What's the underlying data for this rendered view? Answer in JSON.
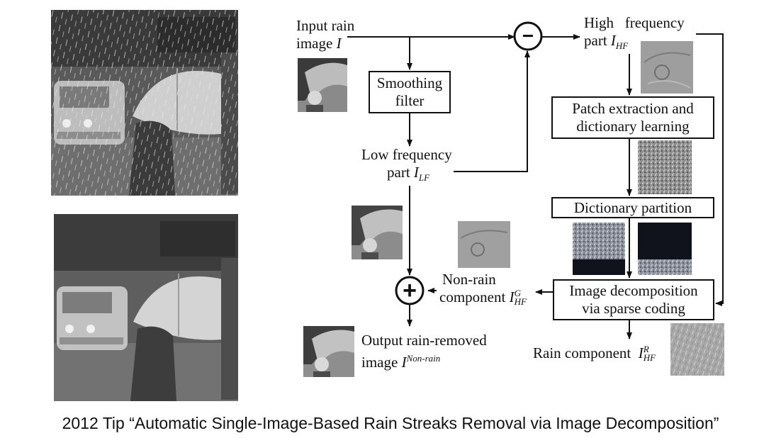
{
  "photos": {
    "rainy": "rainy-umbrella-photo",
    "derained": "derained-umbrella-photo"
  },
  "labels": {
    "input_line1": "Input rain",
    "input_line2_text": "image ",
    "input_symbol": "I",
    "high_line1": "High   frequency",
    "high_line2_text": "part ",
    "high_symbol": "I",
    "high_sub": "HF",
    "low_line1": "Low frequency",
    "low_line2_text": "part ",
    "low_symbol": "I",
    "low_sub": "LF",
    "nonrain_line1": "Non-rain",
    "nonrain_line2_text": "component",
    "nonrain_symbol": "I",
    "nonrain_sub": "HF",
    "nonrain_sup": "G",
    "output_line1": "Output rain-removed",
    "output_line2_text": "image ",
    "output_symbol": "I",
    "output_sup": "Non-rain",
    "rain_text": "Rain component  ",
    "rain_symbol": "I",
    "rain_sub": "HF",
    "rain_sup": "R"
  },
  "boxes": {
    "smoothing": [
      "Smoothing",
      "filter"
    ],
    "patch": [
      "Patch extraction and",
      "dictionary learning"
    ],
    "partition": [
      "Dictionary partition"
    ],
    "decomposition": [
      "Image decomposition",
      "via sparse coding"
    ]
  },
  "operators": {
    "minus": "−",
    "plus": "+"
  },
  "caption": "2012 Tip  “Automatic Single-Image-Based Rain Streaks Removal via Image Decomposition”"
}
